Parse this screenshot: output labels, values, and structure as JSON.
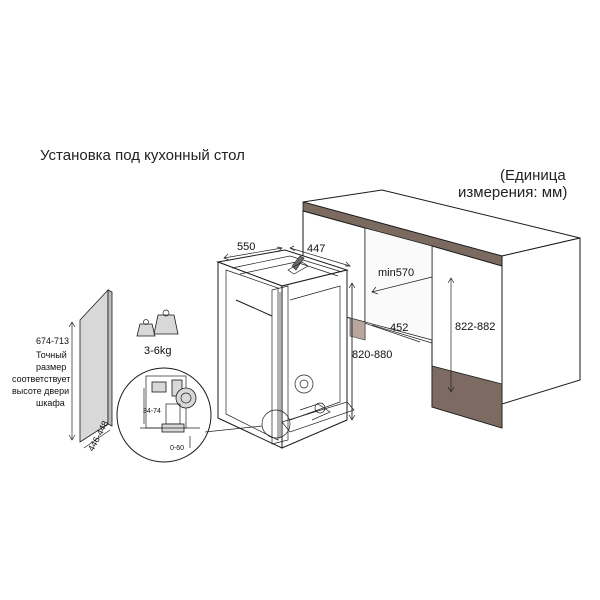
{
  "title": "Установка под кухонный стол",
  "units": {
    "line1": "(Единица",
    "line2": "измерения: мм)"
  },
  "dimensions": {
    "depth": "550",
    "width": "447",
    "min_clearance": "min570",
    "opening_width": "452",
    "counter_height": "822-882",
    "appliance_height": "820-880",
    "door_height": "674-713",
    "door_width": "446-448",
    "plinth_depth": "34-74",
    "foot_adjust": "0-60"
  },
  "door_note": {
    "line1": "Точный",
    "line2": "размер",
    "line3": "соответствует",
    "line4": "высоте двери",
    "line5": "шкафа"
  },
  "weight": "3-6kg"
}
